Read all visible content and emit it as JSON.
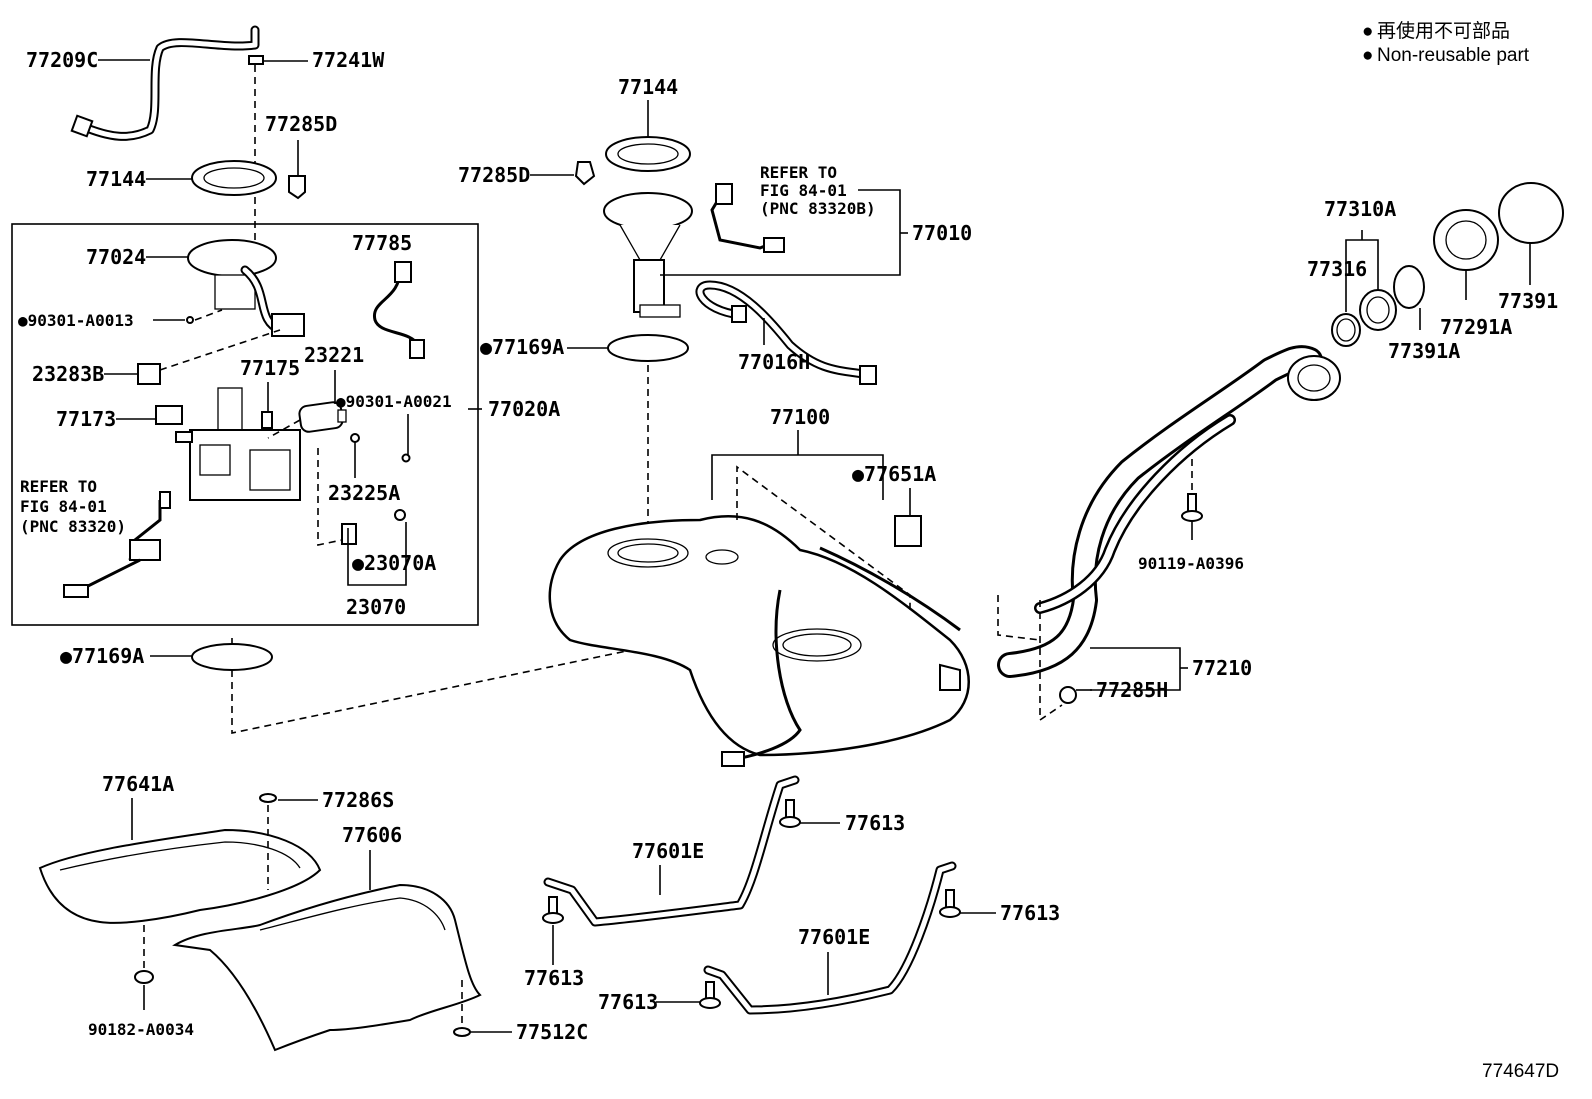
{
  "legend": {
    "marker": "●",
    "line_jp": "再使用不可部品",
    "line_en": "Non-reusable part"
  },
  "labels": {
    "p77209C": "77209C",
    "p77241W": "77241W",
    "p77285D_left": "77285D",
    "p77144_left": "77144",
    "p77024": "77024",
    "p77785": "77785",
    "p90301_A0013": "●90301-A0013",
    "p23283B": "23283B",
    "p77175": "77175",
    "p23221": "23221",
    "p90301_A0021": "●90301-A0021",
    "p77020A": "77020A",
    "p77173": "77173",
    "p23225A": "23225A",
    "p23070A": "●23070A",
    "p23070": "23070",
    "p77169A_left": "●77169A",
    "p77144_mid": "77144",
    "p77285D_mid": "77285D",
    "p77010": "77010",
    "p77169A_mid": "●77169A",
    "p77016H": "77016H",
    "p77100": "77100",
    "p77651A": "●77651A",
    "p77310A": "77310A",
    "p77316": "77316",
    "p77291A": "77291A",
    "p77391": "77391",
    "p77391A": "77391A",
    "p90119_A0396": "90119-A0396",
    "p77210": "77210",
    "p77285H": "77285H",
    "p77641A": "77641A",
    "p77286S": "77286S",
    "p77606": "77606",
    "p90182_A0034": "90182-A0034",
    "p77512C": "77512C",
    "p77601E_a": "77601E",
    "p77613_a": "77613",
    "p77613_b": "77613",
    "p77601E_b": "77601E",
    "p77613_c": "77613",
    "p77613_d": "77613",
    "figure_id": "774647D"
  },
  "refer_left": {
    "line1": "REFER TO",
    "line2": "FIG 84-01",
    "line3": "(PNC 83320)"
  },
  "refer_mid": {
    "line1": "REFER TO",
    "line2": "FIG 84-01",
    "line3": "(PNC 83320B)"
  }
}
